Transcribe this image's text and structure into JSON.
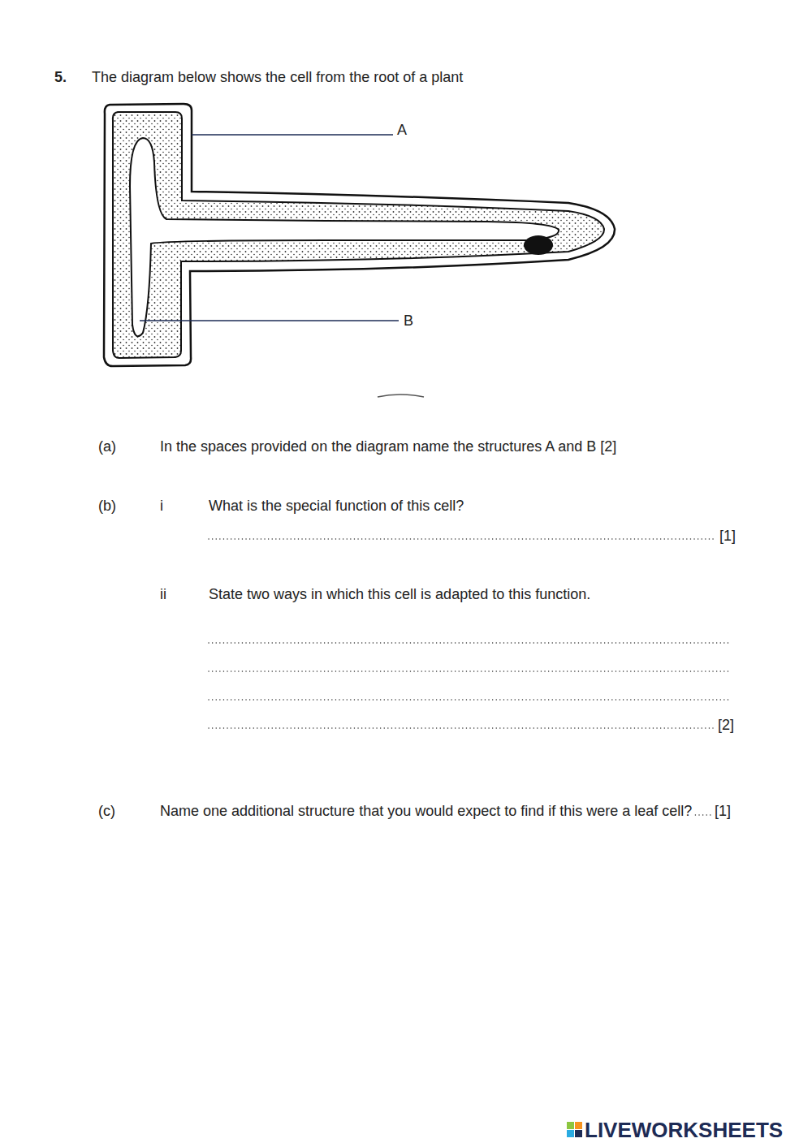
{
  "diagram": {
    "labels": [
      "5.",
      "The diagram below shows the cell from the root of a plant",
      "A",
      "B",
      "(a)",
      "In the spaces provided on the diagram name the structures A and B [2]",
      "(b)",
      "i",
      "What is the special function of this cell?",
      "[1]",
      "ii",
      "State two ways in which this cell is adapted to this function.",
      "[2]",
      "(c)",
      "Name one additional structure that you would expect to find if this were a leaf cell?",
      "[1]",
      "LIVEWORKSHEETS"
    ]
  }
}
